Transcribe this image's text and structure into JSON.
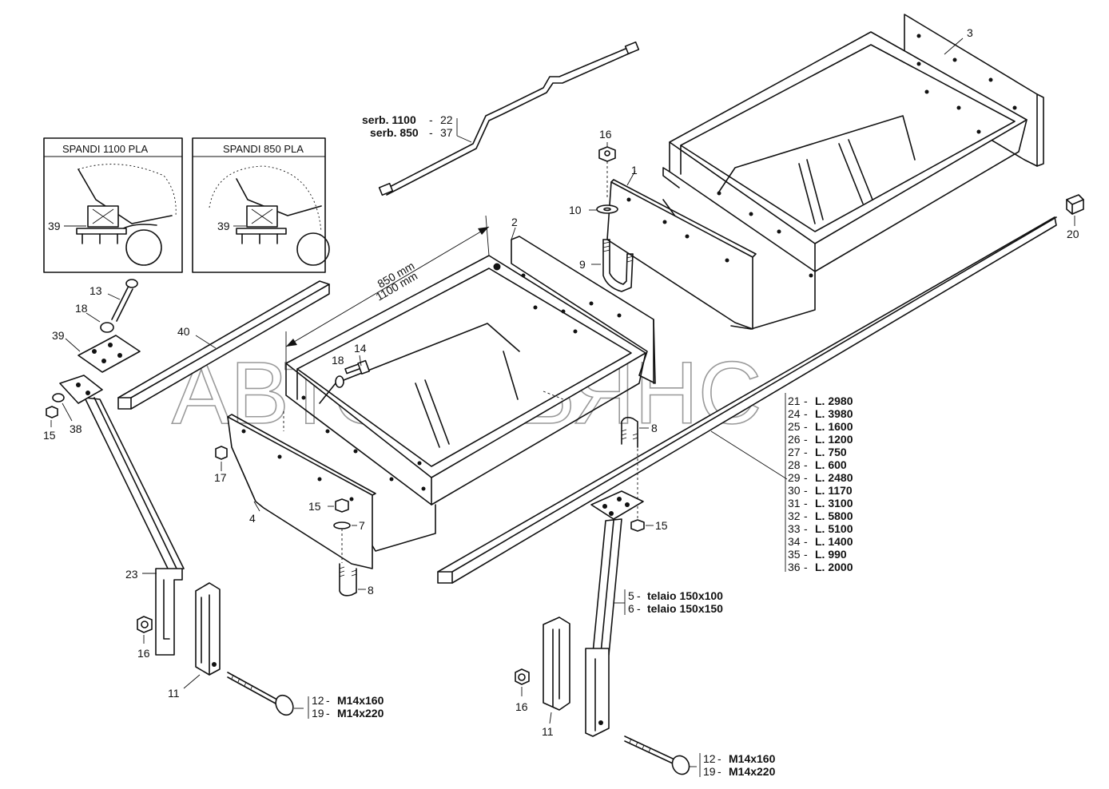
{
  "watermark": "АВТОАЛЬЯНС",
  "insets": [
    {
      "title": "SPANDI 1100 PLA",
      "callout": "39"
    },
    {
      "title": "SPANDI 850 PLA",
      "callout": "39"
    }
  ],
  "dimensions": {
    "d850": "850 mm",
    "d1100": "1100 mm"
  },
  "serb": [
    {
      "label": "serb. 1100",
      "num": "22"
    },
    {
      "label": "serb. 850",
      "num": "37"
    }
  ],
  "callouts": {
    "c1": "1",
    "c2": "2",
    "c3": "3",
    "c4": "4",
    "c7": "7",
    "c8a": "8",
    "c8b": "8",
    "c9": "9",
    "c10": "10",
    "c11a": "11",
    "c11b": "11",
    "c13": "13",
    "c14": "14",
    "c15a": "15",
    "c15b": "15",
    "c15c": "15",
    "c16a": "16",
    "c16b": "16",
    "c16c": "16",
    "c17": "17",
    "c18a": "18",
    "c18b": "18",
    "c20": "20",
    "c23": "23",
    "c38": "38",
    "c39": "39",
    "c40": "40"
  },
  "lengths": [
    {
      "num": "21",
      "val": "L. 2980"
    },
    {
      "num": "24",
      "val": "L. 3980"
    },
    {
      "num": "25",
      "val": "L. 1600"
    },
    {
      "num": "26",
      "val": "L. 1200"
    },
    {
      "num": "27",
      "val": "L. 750"
    },
    {
      "num": "28",
      "val": "L. 600"
    },
    {
      "num": "29",
      "val": "L. 2480"
    },
    {
      "num": "30",
      "val": "L. 1170"
    },
    {
      "num": "31",
      "val": "L. 3100"
    },
    {
      "num": "32",
      "val": "L. 5800"
    },
    {
      "num": "33",
      "val": "L. 5100"
    },
    {
      "num": "34",
      "val": "L. 1400"
    },
    {
      "num": "35",
      "val": "L. 990"
    },
    {
      "num": "36",
      "val": "L. 2000"
    }
  ],
  "frames": [
    {
      "num": "5",
      "val": "telaio 150x100"
    },
    {
      "num": "6",
      "val": "telaio 150x150"
    }
  ],
  "bolts_left": [
    {
      "num": "12",
      "val": "M14x160"
    },
    {
      "num": "19",
      "val": "M14x220"
    }
  ],
  "bolts_right": [
    {
      "num": "12",
      "val": "M14x160"
    },
    {
      "num": "19",
      "val": "M14x220"
    }
  ]
}
